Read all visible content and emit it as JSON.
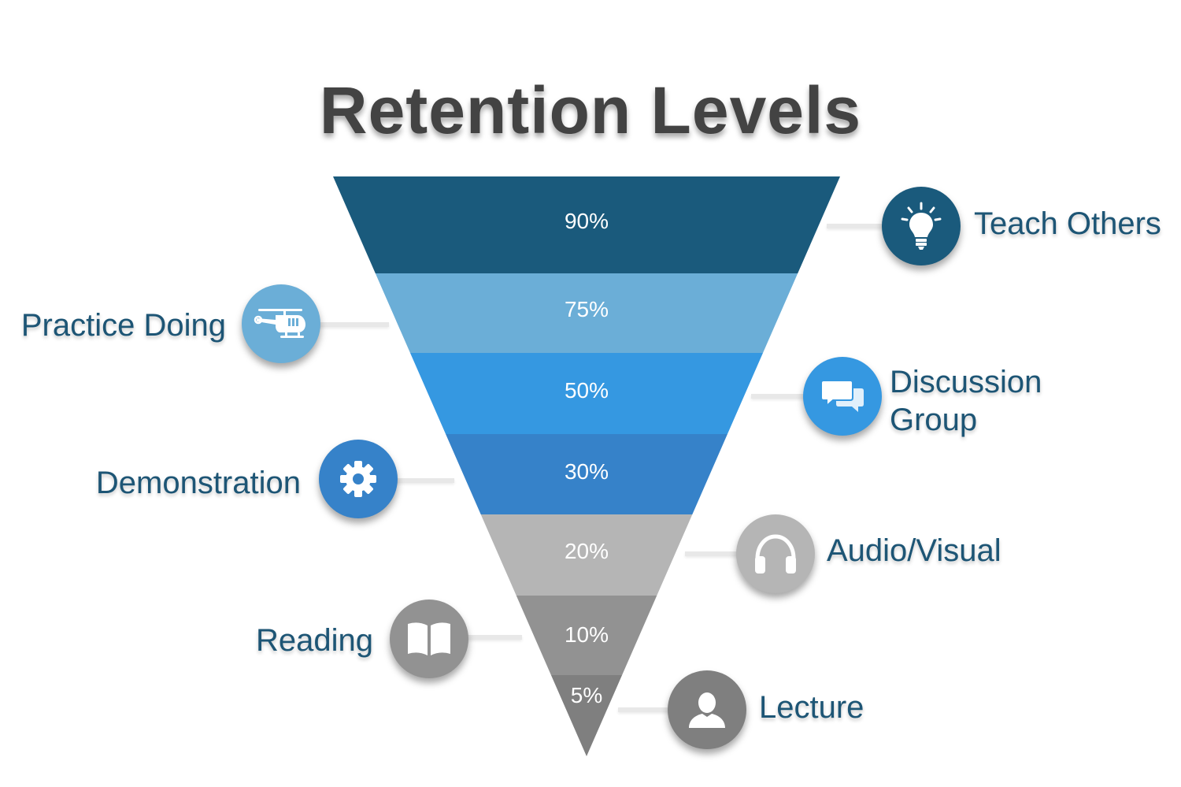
{
  "title": "Retention Levels",
  "stages": [
    {
      "name": "Teach Others",
      "percent": "90%",
      "color": "#1a5a7c",
      "icon": "lightbulb-icon"
    },
    {
      "name": "Practice Doing",
      "percent": "75%",
      "color": "#6baed7",
      "icon": "helicopter-icon"
    },
    {
      "name": "Discussion Group",
      "percent": "50%",
      "color": "#3598e1",
      "icon": "chat-bubbles-icon"
    },
    {
      "name": "Demonstration",
      "percent": "30%",
      "color": "#3682c9",
      "icon": "gear-icon"
    },
    {
      "name": "Audio/Visual",
      "percent": "20%",
      "color": "#b5b5b5",
      "icon": "headphones-icon"
    },
    {
      "name": "Reading",
      "percent": "10%",
      "color": "#929292",
      "icon": "book-icon"
    },
    {
      "name": "Lecture",
      "percent": "5%",
      "color": "#7f7f7f",
      "icon": "person-icon"
    }
  ]
}
